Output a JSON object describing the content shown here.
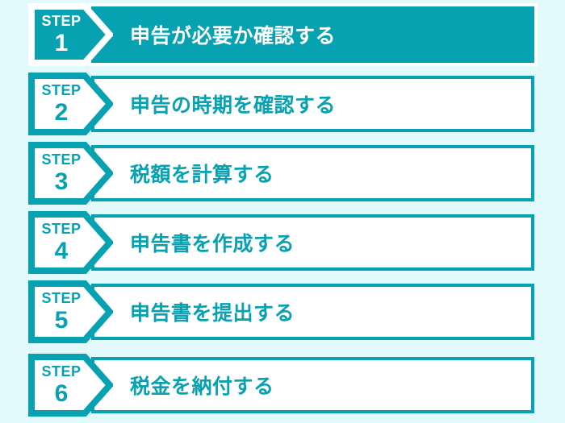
{
  "theme": {
    "background": "#e2fafc",
    "accent": "#07a2b2",
    "surface": "#ffffff",
    "active_text": "#ffffff",
    "inactive_text": "#07a2b2"
  },
  "flow": {
    "label_prefix": "STEP",
    "steps": [
      {
        "number": "1",
        "word": "STEP",
        "title": "申告が必要か確認する",
        "active": true
      },
      {
        "number": "2",
        "word": "STEP",
        "title": "申告の時期を確認する",
        "active": false
      },
      {
        "number": "3",
        "word": "STEP",
        "title": "税額を計算する",
        "active": false
      },
      {
        "number": "4",
        "word": "STEP",
        "title": "申告書を作成する",
        "active": false
      },
      {
        "number": "5",
        "word": "STEP",
        "title": "申告書を提出する",
        "active": false
      },
      {
        "number": "6",
        "word": "STEP",
        "title": "税金を納付する",
        "active": false
      }
    ]
  }
}
